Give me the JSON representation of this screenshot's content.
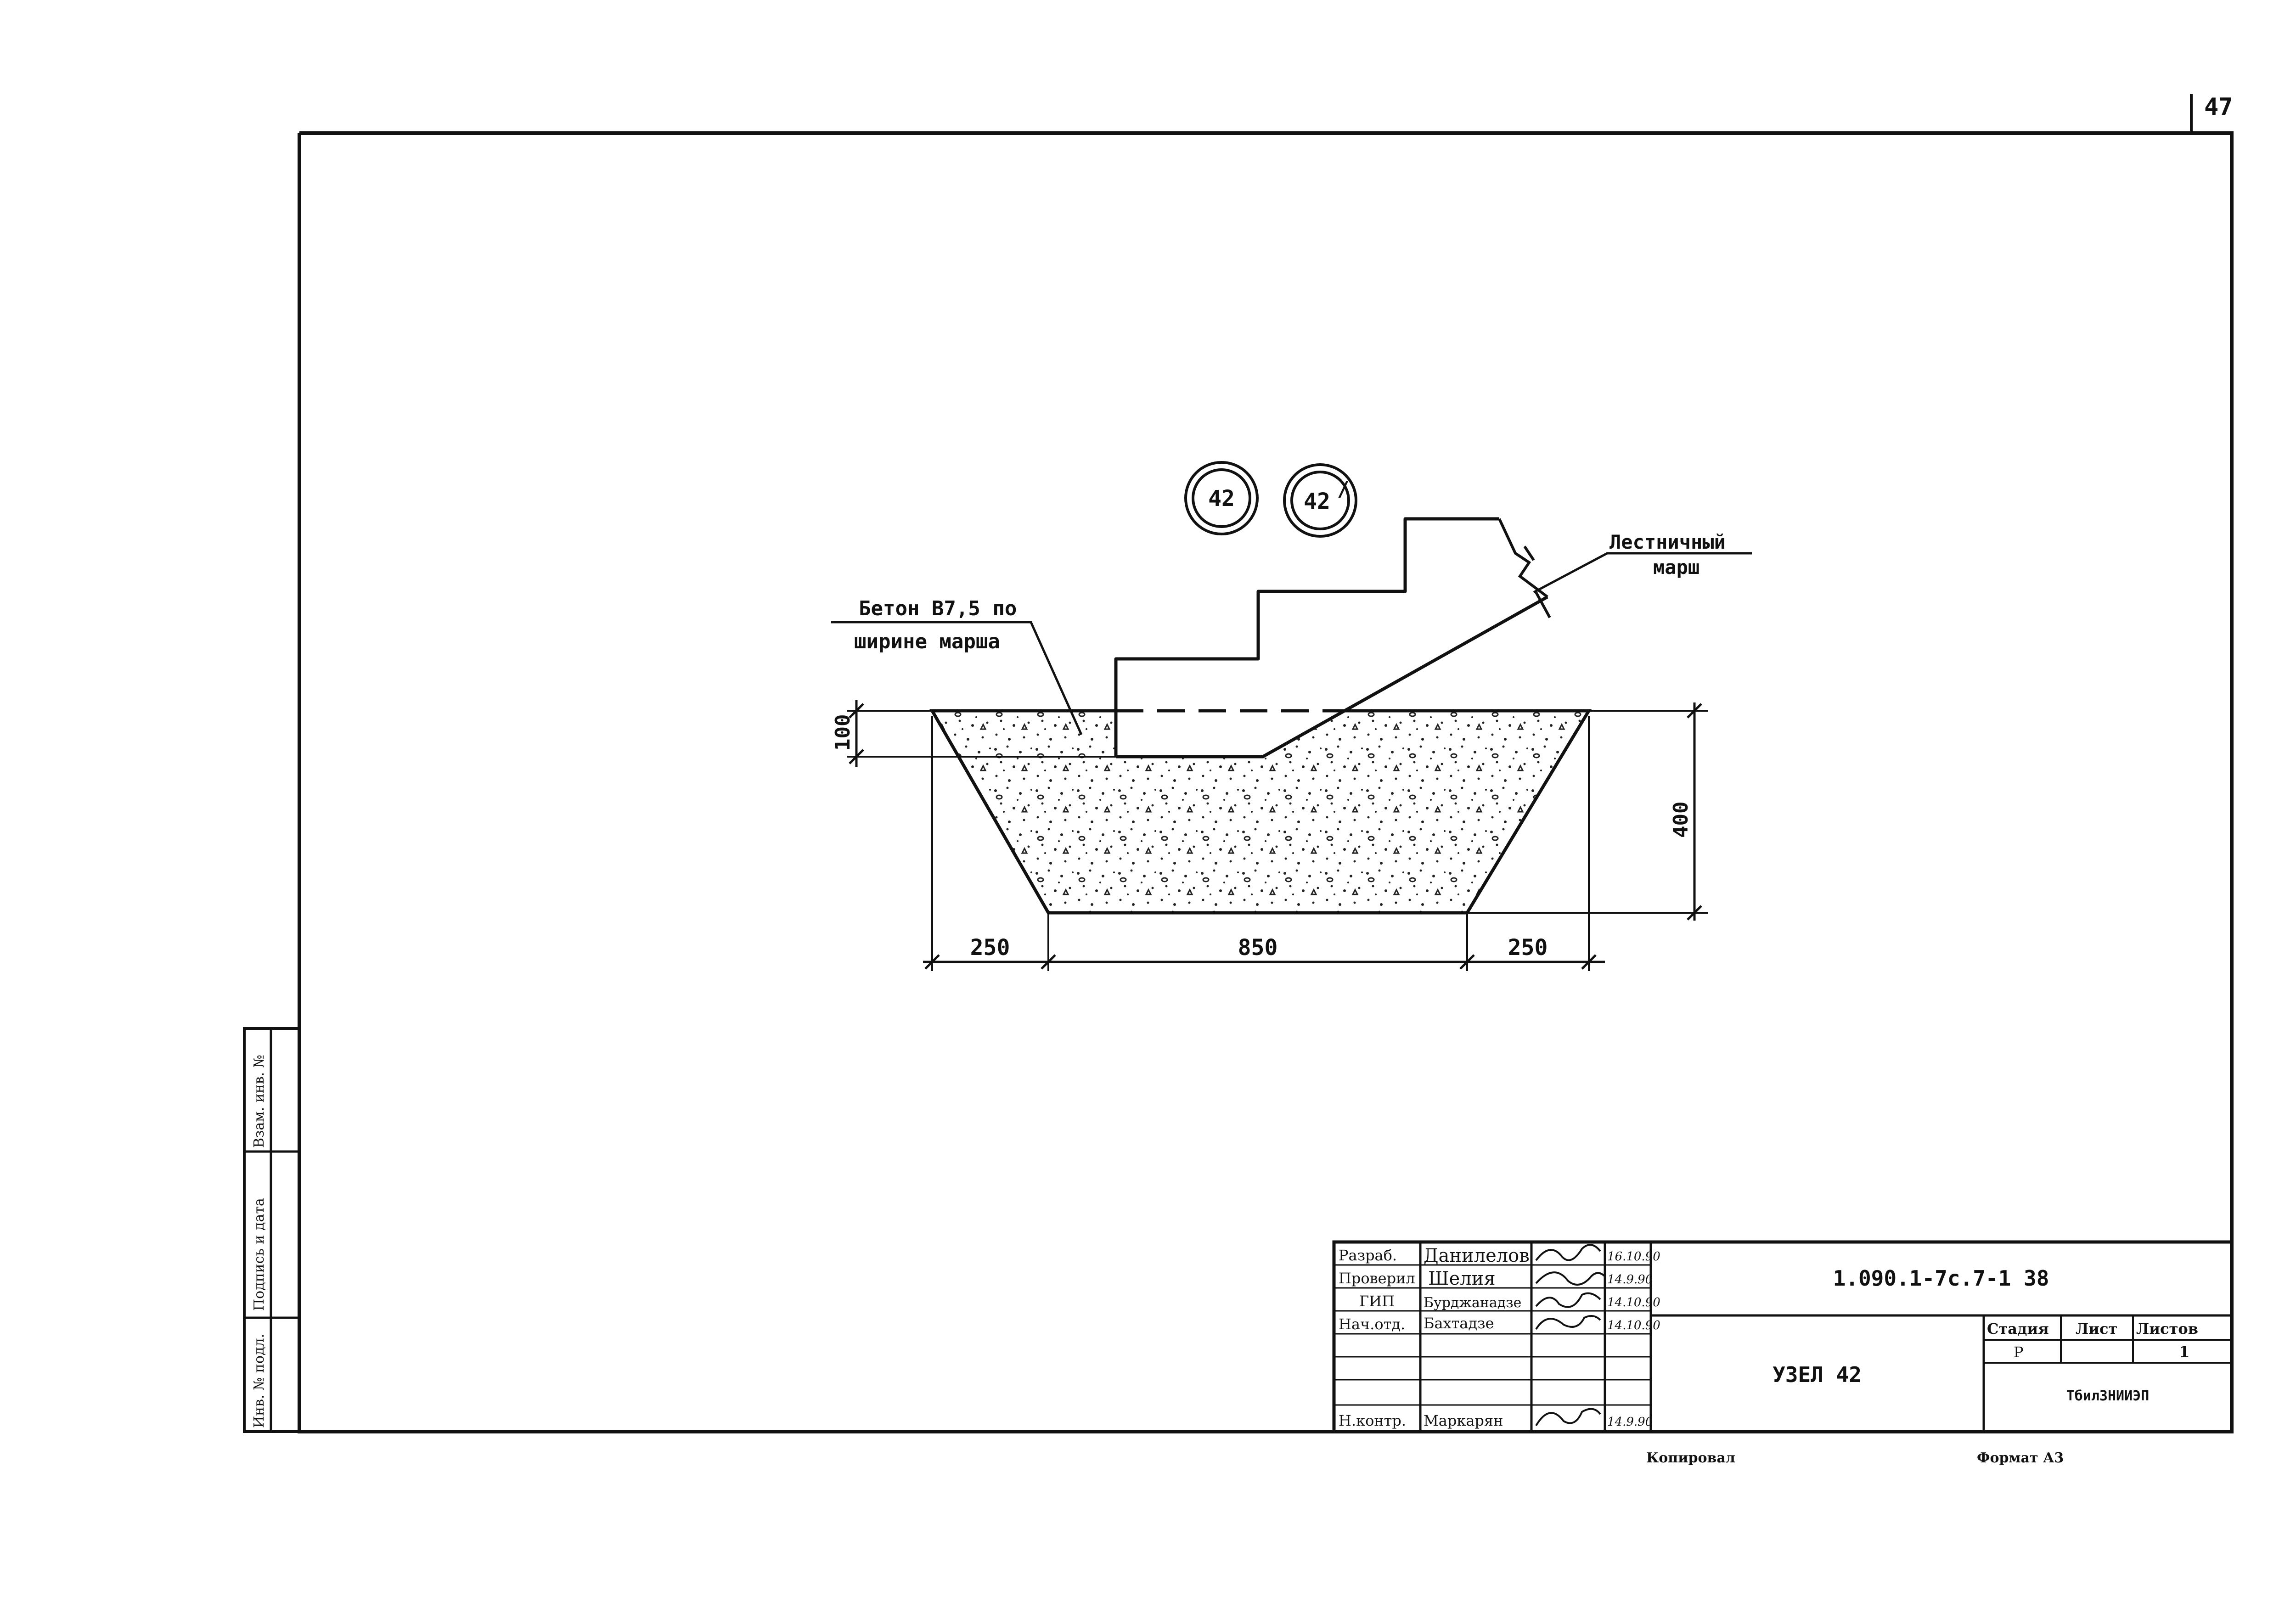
{
  "page_number": "47",
  "callouts": {
    "node_a": "42",
    "node_b": "42",
    "node_b_prime": "/"
  },
  "labels": {
    "concrete_line1": "Бетон В7,5 по",
    "concrete_line2": "ширине марша",
    "stair_line1": "Лестничный",
    "stair_line2": "марш"
  },
  "dimensions": {
    "top_layer": "100",
    "height": "400",
    "left_width": "250",
    "bottom_width": "850",
    "right_width": "250"
  },
  "side_stamp": {
    "inv_no_subst": "Взам. инв. №",
    "sign_date": "Подпись и дата",
    "inv_no_orig": "Инв. № подл."
  },
  "title_block": {
    "roles": [
      "Разраб.",
      "Проверил",
      "ГИП",
      "Нач.отд.",
      "",
      "",
      "",
      "Н.контр."
    ],
    "names": [
      "Данилелов",
      "Шелия",
      "Бурджанадзе",
      "Бахтадзе",
      "",
      "",
      "",
      "Маркарян"
    ],
    "dates": [
      "16.10.90",
      "14.9.90",
      "14.10.90",
      "14.10.90",
      "",
      "",
      "",
      "14.9.90"
    ],
    "doc_code": "1.090.1-7с.7-1 38",
    "title": "УЗЕЛ 42",
    "stage_header": "Стадия",
    "sheet_header": "Лист",
    "sheets_header": "Листов",
    "stage_value": "Р",
    "sheet_value": "",
    "sheets_value": "1",
    "org": "ТбилЗНИИЭП"
  },
  "footer": {
    "copied": "Копировал",
    "format": "Формат А3"
  }
}
